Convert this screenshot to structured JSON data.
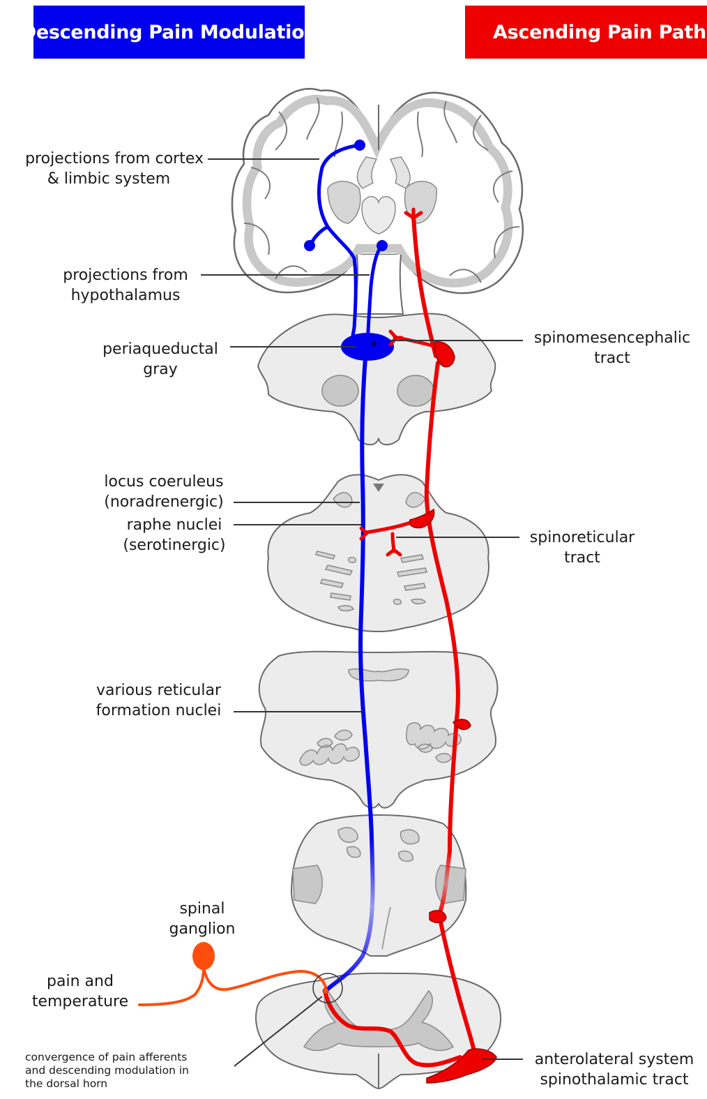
{
  "colors": {
    "descending": "#0000ee",
    "ascending": "#ee0000",
    "afferent": "#ff4d0d",
    "tissue": "#ececec",
    "tissue_dark": "#c8c8c8",
    "outline": "#6a6a6a"
  },
  "banners": {
    "left": "Descending Pain Modulation",
    "right": "Ascending Pain Pathway"
  },
  "labels": {
    "cortex": [
      "projections from cortex",
      "& limbic system"
    ],
    "hypothalamus": [
      "projections from",
      "hypothalamus"
    ],
    "pag": [
      "periaqueductal",
      "gray"
    ],
    "spinomesencephalic": [
      "spinomesencephalic",
      "tract"
    ],
    "locus": [
      "locus coeruleus",
      "(noradrenergic)"
    ],
    "raphe": [
      "raphe nuclei",
      "(serotinergic)"
    ],
    "spinoreticular": [
      "spinoreticular",
      "tract"
    ],
    "reticular": [
      "various reticular",
      "formation nuclei"
    ],
    "ganglion": [
      "spinal",
      "ganglion"
    ],
    "pain": [
      "pain and",
      "temperature"
    ],
    "convergence": [
      "convergence of pain afferents",
      "and descending modulation in",
      "the dorsal horn"
    ],
    "anterolateral": [
      "anterolateral system",
      "spinothalamic tract"
    ]
  }
}
